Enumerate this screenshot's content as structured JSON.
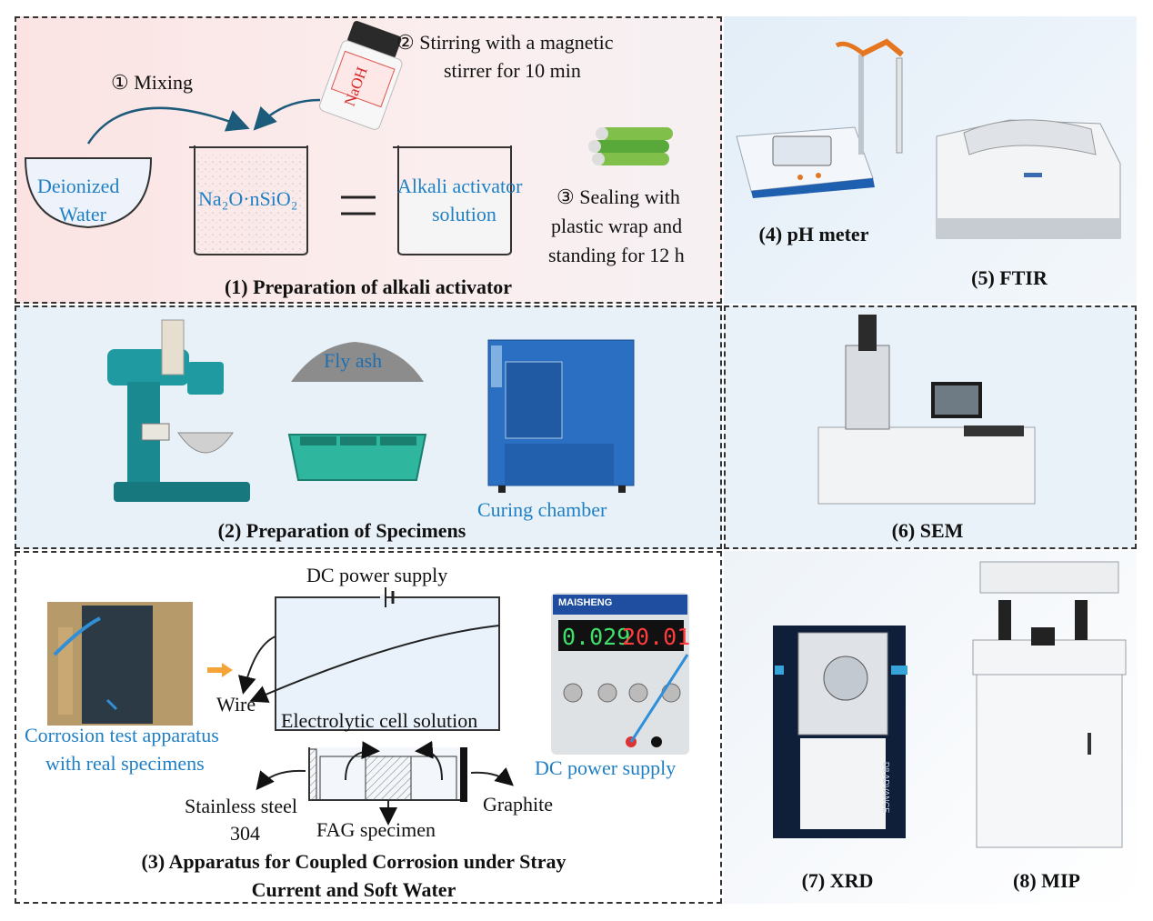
{
  "p1": {
    "caption": "(1) Preparation of alkali activator",
    "step1": "① Mixing",
    "step2": [
      "② Stirring with a magnetic",
      "stirrer for 10 min"
    ],
    "step3": [
      "③ Sealing with",
      "plastic wrap and",
      "standing for 12 h"
    ],
    "water": [
      "Deionized",
      "Water"
    ],
    "silicate": "Na₂O·nSiO₂",
    "activator": [
      "Alkali activator",
      "solution"
    ],
    "naoh": "NaOH"
  },
  "p2": {
    "caption": "(2) Preparation of Specimens",
    "flyash": "Fly ash",
    "curing": "Curing chamber"
  },
  "p3": {
    "caption": [
      "(3) Apparatus for Coupled Corrosion under Stray",
      "Current and Soft Water"
    ],
    "dc_top": "DC power supply",
    "wire": "Wire",
    "electrolytic": "Electrolytic cell solution",
    "stainless": [
      "Stainless steel",
      "304"
    ],
    "specimen": "FAG specimen",
    "graphite": "Graphite",
    "corrosion": [
      "Corrosion test apparatus",
      "with real specimens"
    ],
    "dc_photo": "DC power supply",
    "display_current": "0.029",
    "display_voltage": "20.01",
    "brand": "MAISHENG"
  },
  "p4": {
    "caption": "(4) pH meter"
  },
  "p5": {
    "caption": "(5) FTIR"
  },
  "p6": {
    "caption": "(6) SEM"
  },
  "p7": {
    "caption": "(7) XRD",
    "label": "D8 ADVANCE"
  },
  "p8": {
    "caption": "(8) MIP"
  },
  "colors": {
    "accent_blue": "#1f7fc4",
    "panel_pink": "#fbe8e8",
    "panel_blue": "#eaf2fa"
  }
}
